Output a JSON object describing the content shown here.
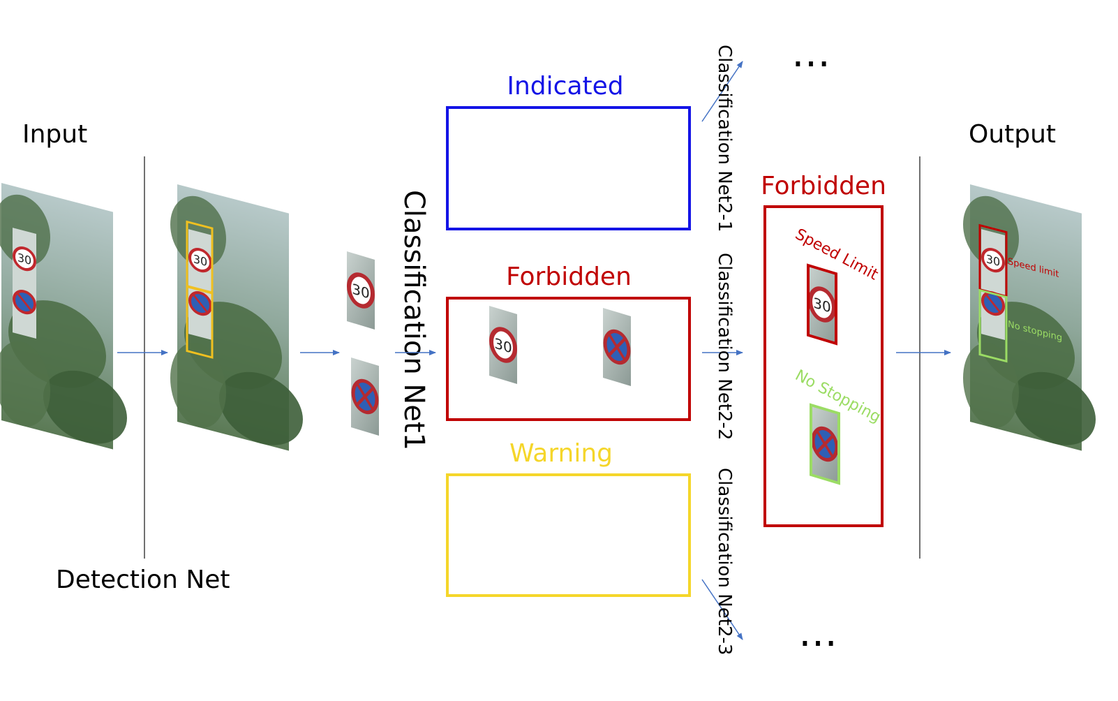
{
  "labels": {
    "input": "Input",
    "output": "Output",
    "detection_net": "Detection Net",
    "classification_net1": "Classification Net1",
    "net2_1": "Classification Net2-1",
    "net2_2": "Classification Net2-2",
    "net2_3": "Classification Net2-3"
  },
  "categories": {
    "indicated": "Indicated",
    "forbidden": "Forbidden",
    "warning": "Warning",
    "result_forbidden": "Forbidden"
  },
  "sign_labels": {
    "speed_limit": "Speed Limit",
    "no_stopping": "No Stopping",
    "speed_limit_small": "Speed limit",
    "no_stopping_small": "No stopping",
    "speed_number": "30"
  },
  "ellipsis": {
    "top": "…",
    "bottom": "…"
  },
  "colors": {
    "indicated": "#1414e6",
    "forbidden": "#c00000",
    "warning": "#f5d62a",
    "no_stopping_green": "#9bdc64",
    "detect_box": "#f0c020",
    "arrow": "#4472c4",
    "divider": "#404040"
  }
}
